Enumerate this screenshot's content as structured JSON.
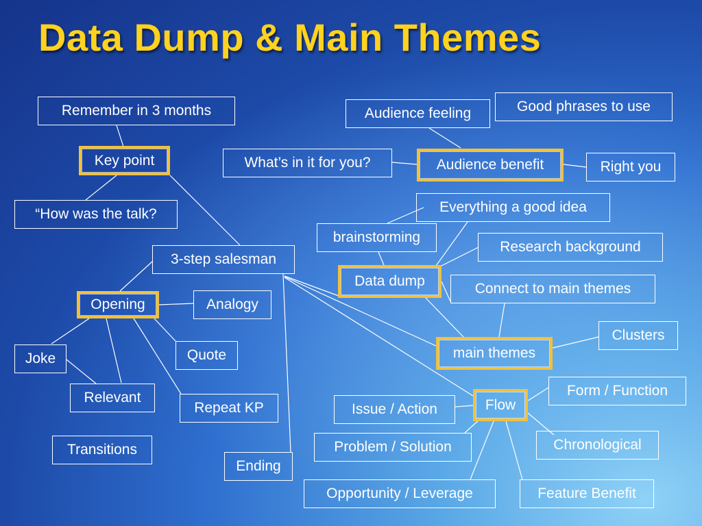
{
  "slide": {
    "title": "Data Dump & Main Themes"
  },
  "nodes": {
    "remember": "Remember in 3 months",
    "key_point": "Key point",
    "how_was_talk": "“How was the talk?",
    "three_step": "3-step salesman",
    "opening": "Opening",
    "analogy": "Analogy",
    "joke": "Joke",
    "quote": "Quote",
    "relevant": "Relevant",
    "repeat_kp": "Repeat KP",
    "transitions": "Transitions",
    "ending": "Ending",
    "audience_feeling": "Audience feeling",
    "good_phrases": "Good phrases to use",
    "whats_in_it": "What’s in it for you?",
    "audience_benefit": "Audience benefit",
    "right_you": "Right you",
    "everything_good": "Everything a good idea",
    "brainstorming": "brainstorming",
    "research_background": "Research background",
    "data_dump": "Data dump",
    "connect_main": "Connect to main themes",
    "clusters": "Clusters",
    "main_themes": "main themes",
    "form_function": "Form / Function",
    "issue_action": "Issue / Action",
    "flow": "Flow",
    "problem_solution": "Problem / Solution",
    "chronological": "Chronological",
    "opportunity_leverage": "Opportunity / Leverage",
    "feature_benefit": "Feature Benefit"
  },
  "colors": {
    "title": "#ffd21f",
    "key_border": "#f2c13a",
    "node_border": "#ffffff",
    "connector": "#ffffff"
  }
}
